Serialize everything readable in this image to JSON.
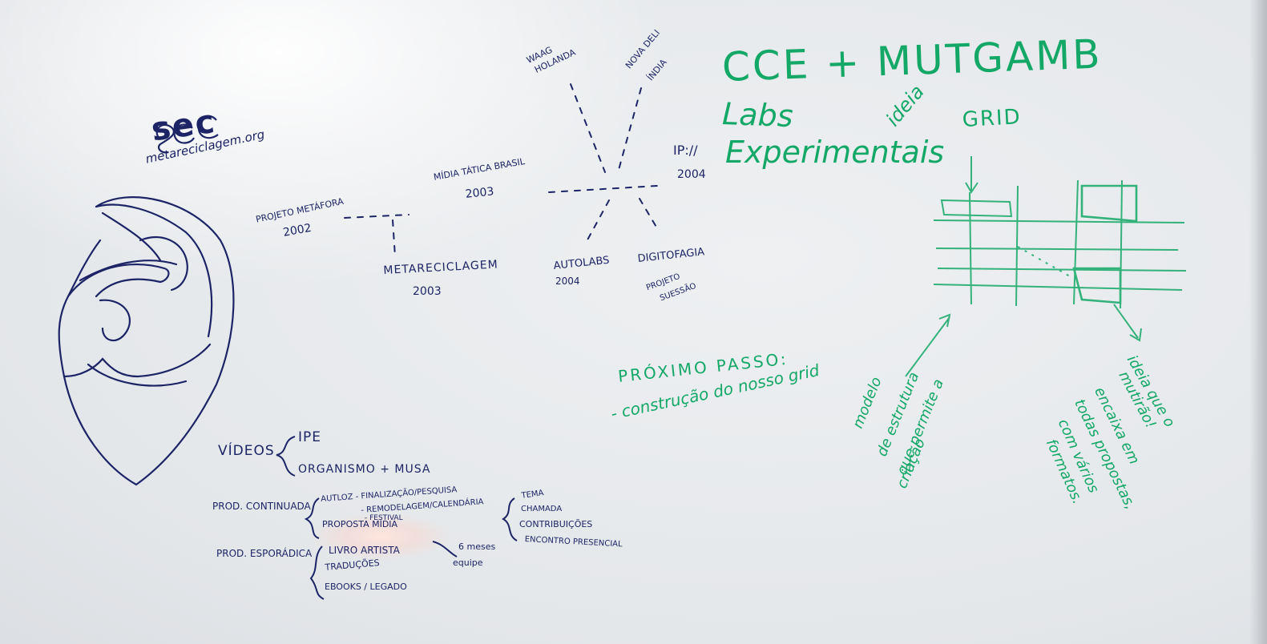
{
  "colors": {
    "blue_ink": "#1c2466",
    "green_ink": "#14a868",
    "board": "#e9ecef"
  },
  "logo": {
    "letters": "sec",
    "site": "metareciclagem.org"
  },
  "timeline": {
    "projeto_metafora": {
      "label": "PROJETO METÁFORA",
      "year": "2002"
    },
    "metareciclagem": {
      "label": "METARECICLAGEM",
      "year": "2003"
    },
    "midia_tatica": {
      "label": "MÍDIA TÁTICA BRASIL",
      "year": "2003"
    },
    "waag": {
      "line1": "WAAG",
      "line2": "HOLANDA"
    },
    "nova_deli": {
      "line1": "NOVA DELI",
      "line2": "ÍNDIA"
    },
    "ip": {
      "label": "IP://",
      "year": "2004"
    },
    "autolabs": {
      "label": "AUTOLABS",
      "year": "2004"
    },
    "digitofagia": {
      "label": "DIGITOFAGIA"
    },
    "projeto_suessao": {
      "line1": "PROJETO",
      "line2": "SUESSÃO"
    }
  },
  "green_notes": {
    "title": "CCE + MUTGAMB",
    "labs": "Labs",
    "experimentais": "Experimentais",
    "ideia_top": "ideia",
    "grid": "GRID",
    "proximo_passo": "PRÓXIMO PASSO:",
    "construcao": "- construção do nosso grid",
    "modelo": [
      "modelo",
      "de estrutura",
      "que permite a",
      "criação"
    ],
    "ideia_right": [
      "ideia que o",
      "mutirão!",
      "encaixa em",
      "todas propostas,",
      "com vários",
      "formatos."
    ]
  },
  "lists": {
    "videos": {
      "label": "VÍDEOS",
      "items": [
        "IPE",
        "ORGANISMO + MUSA"
      ]
    },
    "prod_continuada": {
      "label": "PROD. CONTINUADA",
      "items": [
        "AUTLOZ - FINALIZAÇÃO/PESQUISA",
        "- REMODELAGEM/CALENDÁRIA",
        "- FESTIVAL",
        "PROPOSTA MÍDIA"
      ],
      "sub": [
        "TEMA",
        "CHAMADA",
        "CONTRIBUIÇÕES",
        "ENCONTRO PRESENCIAL"
      ]
    },
    "prod_esporadica": {
      "label": "PROD. ESPORÁDICA",
      "items": [
        "LIVRO ARTISTA",
        "TRADUÇÕES",
        "EBOOKS / LEGADO"
      ],
      "sub": [
        "6 meses",
        "equipe"
      ]
    }
  }
}
